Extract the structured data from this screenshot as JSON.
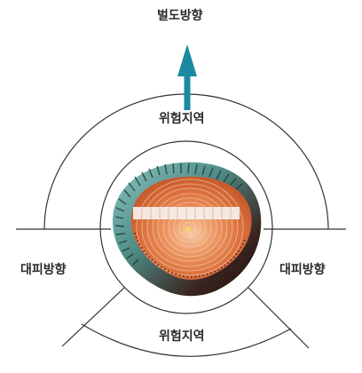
{
  "labels": {
    "fall_direction": "벌도방향",
    "danger_zone_top": "위험지역",
    "escape_left": "대피방향",
    "escape_right": "대피방향",
    "danger_zone_bottom": "위험지역"
  },
  "colors": {
    "arrow": "#1a8aa0",
    "line": "#333333",
    "bark_dark": "#2a1410",
    "bark_green": "#5a9a94",
    "wood_outer": "#d9703c",
    "wood_inner": "#f2b48a",
    "pith": "#f6d36a",
    "undercut": "#f4f1ee"
  },
  "icons": {
    "arrow": "up-arrow-icon",
    "stump": "tree-stump-cross-section-icon"
  }
}
